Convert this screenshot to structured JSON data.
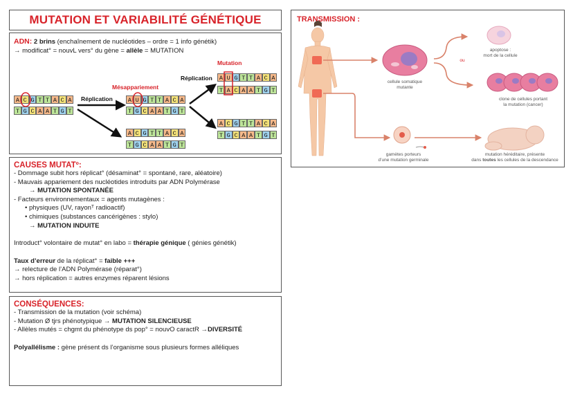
{
  "title": "MUTATION ET VARIABILITÉ GÉNÉTIQUE",
  "adn": {
    "label": "ADN:",
    "line1_bold": "2 brins",
    "line1_rest": " (enchaînement de nucléotides – ordre = 1 info génétik)",
    "line2_pre": "→ modificat° = nouvL vers° du gène = ",
    "line2_bold": "allèle",
    "line2_post": " = MUTATION",
    "replication1": "Réplication",
    "replication2": "Réplication",
    "mesappariement": "Mésappariement",
    "mutation": "Mutation",
    "strands": {
      "orig_top": [
        "A",
        "C",
        "G",
        "T",
        "T",
        "A",
        "C",
        "A"
      ],
      "orig_bot": [
        "T",
        "G",
        "C",
        "A",
        "A",
        "T",
        "G",
        "T"
      ],
      "mis_top": [
        "A",
        "U",
        "G",
        "T",
        "T",
        "A",
        "C",
        "A"
      ],
      "mis_bot": [
        "T",
        "G",
        "C",
        "A",
        "A",
        "T",
        "G",
        "T"
      ],
      "ok_top": [
        "A",
        "C",
        "G",
        "T",
        "T",
        "A",
        "C",
        "A"
      ],
      "ok_bot": [
        "T",
        "G",
        "C",
        "A",
        "A",
        "T",
        "G",
        "T"
      ],
      "mut1_top": [
        "A",
        "U",
        "G",
        "T",
        "T",
        "A",
        "C",
        "A"
      ],
      "mut1_bot": [
        "T",
        "A",
        "C",
        "A",
        "A",
        "T",
        "G",
        "T"
      ],
      "mut2_top": [
        "A",
        "C",
        "G",
        "T",
        "T",
        "A",
        "C",
        "A"
      ],
      "mut2_bot": [
        "T",
        "G",
        "C",
        "A",
        "A",
        "T",
        "G",
        "T"
      ]
    }
  },
  "causes": {
    "title": "CAUSES MUTATº:",
    "l1": "- Dommage subit hors réplicat° (désaminat° = spontané, rare, aléatoire)",
    "l2": "- Mauvais appariement des nucléotides introduits par ADN Polymérase",
    "l3": "→ MUTATION SPONTANÉE",
    "l4": "- Facteurs environnementaux = agents mutagènes :",
    "l5": "• physiques (UV, rayonᵀ radioactif)",
    "l6": "• chimiques (substances cancérigènes : stylo)",
    "l7": "→ MUTATION INDUITE",
    "l8_pre": "Introduct° volontaire de mutat° en labo = ",
    "l8_bold": "thérapie génique",
    "l8_post": " ( génies génétik)",
    "l9_pre": "Taux d’erreur",
    "l9_mid": " de la réplicat° = ",
    "l9_bold": "faible +++",
    "l10": "→ relecture de l’ADN Polymérase (réparat°)",
    "l11": "→ hors réplication = autres enzymes réparent lésions"
  },
  "consequences": {
    "title": "CONSÉQUENCES:",
    "l1": "- Transmission de la mutation (voir schéma)",
    "l2_pre": "- Mutation Ø tjrs phénotypique → ",
    "l2_bold": "MUTATION SILENCIEUSE",
    "l3_pre": "- Allèles mutés = chgmt du phénotype ds pop° = nouvO caractR →",
    "l3_bold": "DIVERSITÉ",
    "l4_bold": "Polyallélisme :",
    "l4_post": " gène présent ds l’organisme sous plusieurs formes alléliques"
  },
  "transmission": {
    "title": "TRANSMISSION :",
    "ou": "ou",
    "apoptose1": "apoptose :",
    "apoptose2": "mort de la cellule",
    "somatique1": "cellule somatique",
    "somatique2": "mutante",
    "clone1": "clone de cellules portant",
    "clone2": "la mutation (cancer)",
    "gametes1": "gamètes porteurs",
    "gametes2": "d’une mutation germinale",
    "hered1": "mutation héréditaire, présente",
    "hered2_pre": "dans ",
    "hered2_bold": "toutes",
    "hered2_post": " les cellules de la descendance"
  },
  "colors": {
    "accent": "#d8232a",
    "A": "#f6b98a",
    "C": "#f4e27a",
    "G": "#9fd2ee",
    "T": "#bde59a",
    "arrow": "#d9826a"
  }
}
